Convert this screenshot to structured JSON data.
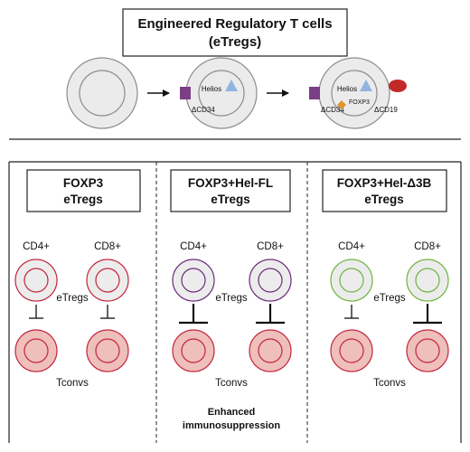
{
  "header": {
    "title_line1": "Engineered Regulatory T cells",
    "title_line2": "(eTregs)"
  },
  "top_cells": {
    "helios": "Helios",
    "dcd34": "ΔCD34",
    "foxp3": "FOXP3",
    "dcd19": "ΔCD19"
  },
  "panels": [
    {
      "title_line1": "FOXP3",
      "title_line2": "eTregs",
      "left_label": "CD4+",
      "right_label": "CD8+",
      "mid_label": "eTregs",
      "bottom_label": "Tconvs",
      "treg_color": "#c4243c",
      "suppression": "weak"
    },
    {
      "title_line1": "FOXP3+Hel-FL",
      "title_line2": "eTregs",
      "left_label": "CD4+",
      "right_label": "CD8+",
      "mid_label": "eTregs",
      "bottom_label": "Tconvs",
      "treg_color": "#6b2a7a",
      "suppression": "strong"
    },
    {
      "title_line1": "FOXP3+Hel-Δ3B",
      "title_line2": "eTregs",
      "left_label": "CD4+",
      "right_label": "CD8+",
      "mid_label": "eTregs",
      "bottom_label": "Tconvs",
      "treg_color": "#6db33f",
      "suppression": "mixed"
    }
  ],
  "footnote": {
    "line1": "Enhanced",
    "line2": "immunosuppression"
  },
  "colors": {
    "cell_fill": "#ebebeb",
    "cell_stroke": "#8c8c8c",
    "helios_triangle": "#8fb4e0",
    "foxp3_diamond": "#e0962e",
    "cd34_marker": "#7a3f86",
    "cd19_marker": "#c22a2a",
    "treg_fill": "#ececec",
    "tconv_fill": "#eebfbb",
    "tconv_stroke": "#c4243c"
  }
}
